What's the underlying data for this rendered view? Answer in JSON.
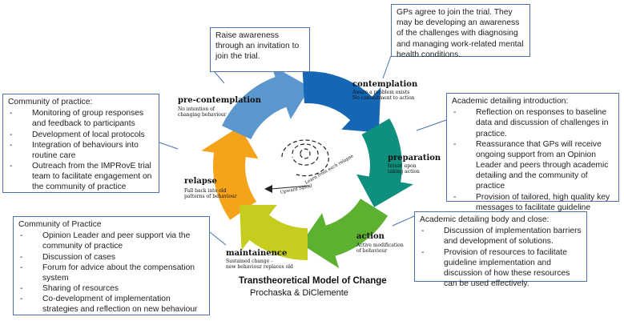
{
  "boxes": {
    "awareness": {
      "text": "Raise awareness through an invitation to join the trial."
    },
    "gps": {
      "text": "GPs agree to join the trial. They may be developing an awareness of the challenges with diagnosing and managing work-related mental health conditions."
    },
    "community_top": {
      "title": "Community of practice:",
      "items": [
        "Monitoring of group responses and feedback to participants",
        "Development of local protocols",
        "Integration of behaviours into routine care",
        "Outreach from the IMPRovE trial team to facilitate engagement on the community of practice"
      ]
    },
    "detailing_intro": {
      "title": "Academic detailing introduction:",
      "items": [
        "Reflection on responses to baseline data and discussion of challenges in practice.",
        "Reassurance that GPs will receive ongoing support from an Opinion Leader and peers through academic detailing and the community of practice",
        "Provision of tailored, high quality key messages to facilitate guideline implementation."
      ]
    },
    "community_bottom": {
      "title": "Community of Practice",
      "items": [
        "Opinion Leader and peer support via the community of practice",
        "Discussion of cases",
        "Forum for advice about the compensation system",
        "Sharing of resources",
        "Co-development of implementation strategies and reflection on new behaviour"
      ]
    },
    "detailing_body": {
      "title": "Academic detailing body and close:",
      "items": [
        "Discussion of implementation barriers and development of solutions.",
        "Provision of resources to facilitate guideline implementation and discussion of how these resources can be used effectively."
      ]
    }
  },
  "stages": {
    "precontemplation": {
      "name": "pre-contemplation",
      "desc": [
        "No intention of",
        "changing behaviour"
      ]
    },
    "contemplation": {
      "name": "contemplation",
      "desc": [
        "Aware a problem exists",
        "No commitment to action"
      ]
    },
    "preparation": {
      "name": "preparation",
      "desc": [
        "Intent upon",
        "taking action"
      ]
    },
    "action": {
      "name": "action",
      "desc": [
        "Active modification",
        "of behaviour"
      ]
    },
    "maintenance": {
      "name": "maintainence",
      "desc": [
        "Sustained change -",
        "new behaviour replaces old"
      ]
    },
    "relapse": {
      "name": "relapse",
      "desc": [
        "Fall back into old",
        "patterns of behaviour"
      ]
    }
  },
  "spiral": {
    "label_a": "Upward Spiral",
    "label_b": "Learn from each relapse"
  },
  "model": {
    "title": "Transtheoretical Model of Change",
    "authors": "Prochaska & DiClemente"
  },
  "colors": {
    "precontemplation": "#5b96cf",
    "contemplation": "#1566b4",
    "preparation": "#0f8f7d",
    "action": "#5cb130",
    "maintenance": "#c5cd1f",
    "relapse": "#f5a31a",
    "box_border": "#4a72b0"
  }
}
